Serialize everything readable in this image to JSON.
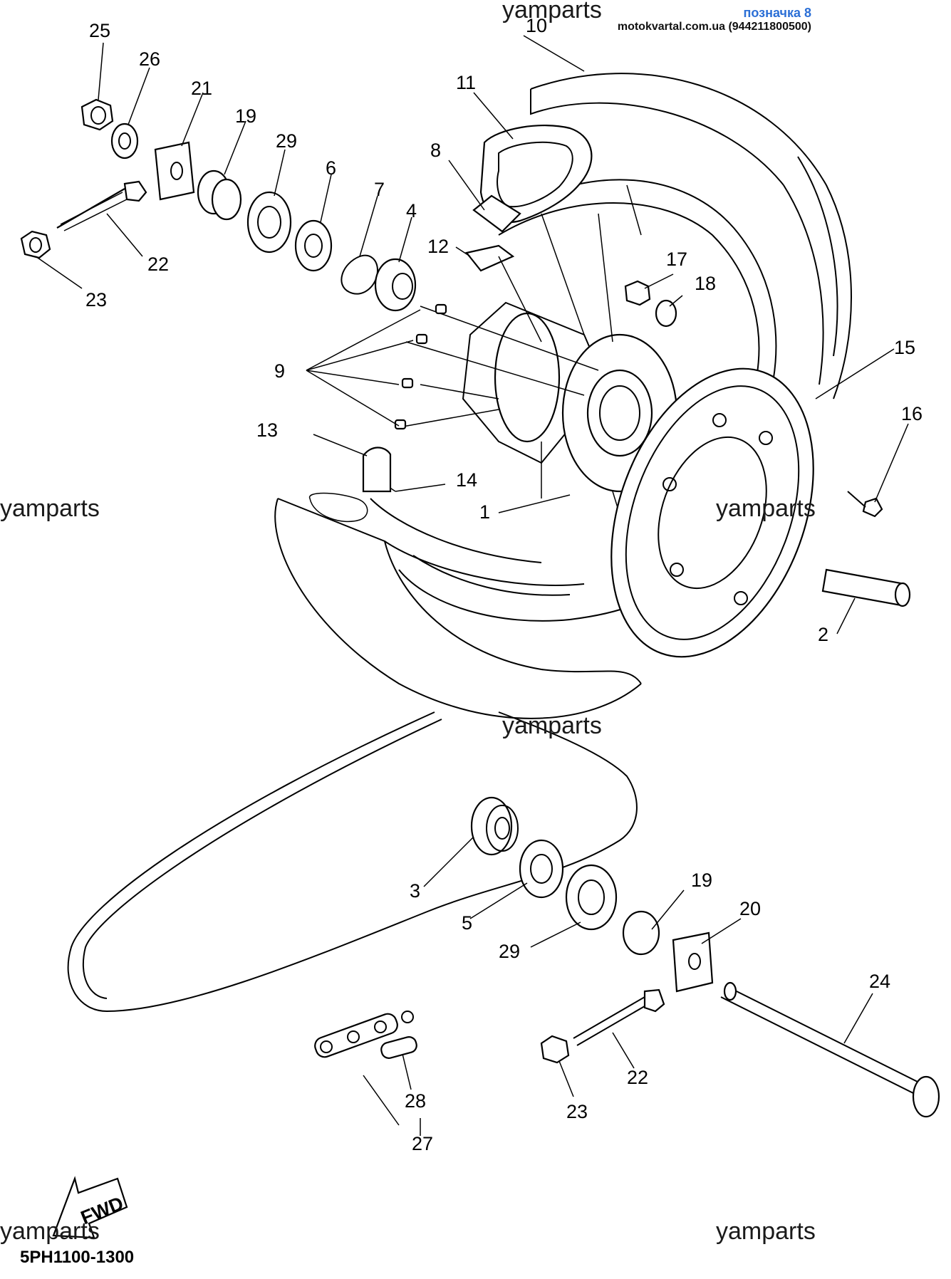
{
  "header": {
    "tag": "позначка 8",
    "source": "motokvartal.com.ua (944211800500)"
  },
  "watermark": "yamparts",
  "diagram_code": "5PH1100-1300",
  "fwd_label": "FWD",
  "callouts": {
    "c1": "1",
    "c2": "2",
    "c3": "3",
    "c4": "4",
    "c5": "5",
    "c6": "6",
    "c7": "7",
    "c8": "8",
    "c9": "9",
    "c10": "10",
    "c11": "11",
    "c12": "12",
    "c13": "13",
    "c14": "14",
    "c15": "15",
    "c16": "16",
    "c17": "17",
    "c18": "18",
    "c19a": "19",
    "c19b": "19",
    "c20": "20",
    "c21": "21",
    "c22a": "22",
    "c22b": "22",
    "c23a": "23",
    "c23b": "23",
    "c24": "24",
    "c25": "25",
    "c26": "26",
    "c27": "27",
    "c28": "28",
    "c29a": "29",
    "c29b": "29"
  }
}
